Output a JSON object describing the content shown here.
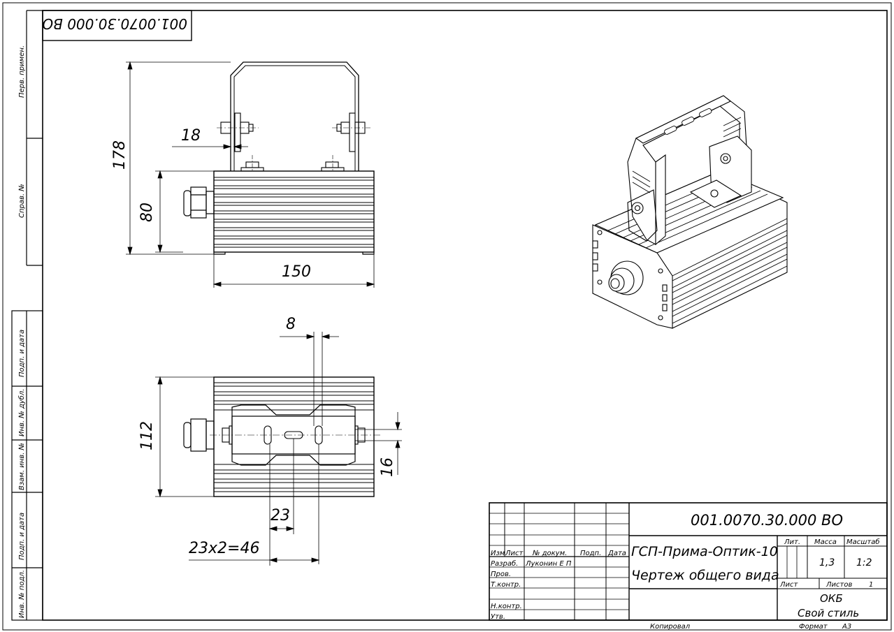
{
  "doc_code": "001.0070.30.000 ВО",
  "doc_code_mirrored": "001.0070.30.000 ВО",
  "side_stamps": [
    "Перв. примен.",
    "Справ. №",
    "Подп. и дата",
    "Инв. № дубл.",
    "Взам. инв. №",
    "Подп. и дата",
    "Инв. № подл."
  ],
  "dims": {
    "d178": "178",
    "d18": "18",
    "d80": "80",
    "d150": "150",
    "d8": "8",
    "d112": "112",
    "d16": "16",
    "d23": "23",
    "d23x2": "23x2=46"
  },
  "title_block": {
    "code": "001.0070.30.000 ВО",
    "name_line1": "ГСП-Прима-Оптик-10",
    "name_line2": "Чертеж общего вида",
    "headers": {
      "izm": "Изм",
      "list": "Лист",
      "docnum": "№ докум.",
      "podp": "Подп.",
      "data": "Дата"
    },
    "roles": [
      "Разраб.",
      "Пров.",
      "Т.контр.",
      "Н.контр.",
      "Утв."
    ],
    "developer": "Луконин Е П",
    "lit_label": "Лит.",
    "mass_label": "Масса",
    "scale_label": "Масштаб",
    "mass": "1,3",
    "scale": "1:2",
    "sheet_label": "Лист",
    "sheets_label": "Листов",
    "sheets": "1",
    "org1": "ОКБ",
    "org2": "Свой стиль",
    "copied": "Копировал",
    "format_label": "Формат",
    "format": "А3"
  }
}
